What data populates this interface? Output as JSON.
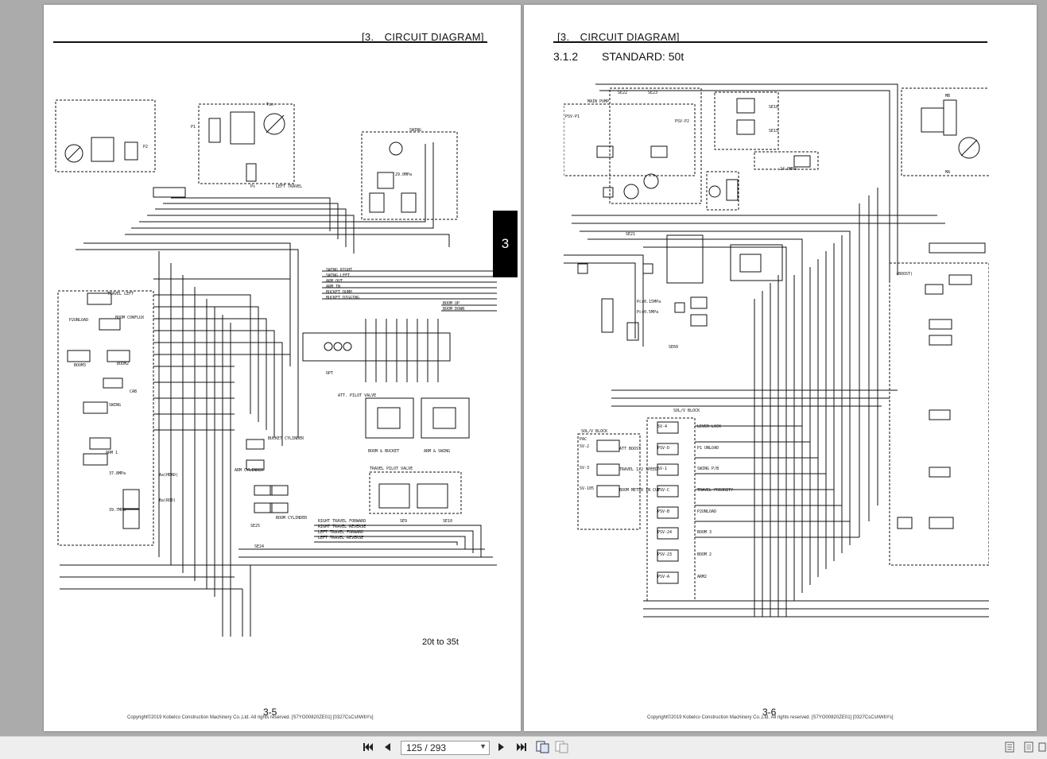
{
  "left_page": {
    "header": "[3.　CIRCUIT DIAGRAM]",
    "model_caption": "20t to 35t",
    "page_number": "3-5",
    "copyright": "Copyright©2019 Kobelco Construction Machinery Co.,Ltd. All rights reserved. [S7YO00820ZE01] [0327CsCshWbYs]",
    "diagram_labels": {
      "travel_left": "TRAVEL LEFT",
      "boom_conflux": "BOOM CONFLUX",
      "p2_unload": "P2UNLOAD",
      "boom3": "BOOM3",
      "boom2": "BOOM2",
      "cab": "CAB",
      "swing": "SWING",
      "arm1": "ARM 1",
      "mpa37": "37.8MPa",
      "mpa39": "39.7MPa",
      "aa_head": "Aa(HEAD)",
      "ba_rod": "Ba(ROD)",
      "swing_right": "SWING RIGHT",
      "swing_left": "SWING LEFT",
      "arm_out": "ARM OUT",
      "arm_in": "ARM IN",
      "bucket_dump": "BUCKET DUMP",
      "bucket_digging": "BUCKET DIGGING",
      "boom_up": "BOOM UP",
      "boom_down": "BOOM DOWN",
      "opt": "OPT",
      "att_pilot_valve": "ATT. PILOT VALVE",
      "boom_bucket": "BOOM & BUCKET",
      "arm_swing": "ARM & SWING",
      "travel_pilot_valve": "TRAVEL PILOT VALVE",
      "bucket_cylinder": "BUCKET CYLINDER",
      "arm_cylinder": "ARM CYLINDER",
      "boom_cylinder": "BOOM CYLINDER",
      "right_travel_forward": "RIGHT TRAVEL FORWARD",
      "right_travel_reverse": "RIGHT TRAVEL REVERSE",
      "left_travel_forward": "LEFT TRAVEL FORWARD",
      "left_travel_reverse": "LEFT TRAVEL REVERSE",
      "se25": "SE25",
      "se24": "SE24",
      "se9": "SE9",
      "se10": "SE10",
      "swing_top": "SWING",
      "mpa29": "29.0MPa",
      "left_travel": "LEFT TRAVEL",
      "tin": "Tin",
      "p1": "P1",
      "p2": "P2",
      "ps": "Ps"
    }
  },
  "right_page": {
    "header": "[3.　CIRCUIT DIAGRAM]",
    "section_number": "3.1.2",
    "section_title": "STANDARD: 50t",
    "page_number": "3-6",
    "copyright": "Copyright©2019 Kobelco Construction Machinery Co.,Ltd. All rights reserved. [S7YO00820ZE01] [0327CsCshWbYs]",
    "diagram_labels": {
      "main_pump": "MAIN PUMP",
      "se22": "SE22",
      "se23": "SE23",
      "se21": "SE21",
      "se16": "SE16",
      "se15": "SE15",
      "se60": "SE60",
      "psv_p1": "PSV-P1",
      "psv_p2": "PSV-P2",
      "mpa24": "24.0MPa",
      "pcr_a": "Pcr0.15MPa",
      "pcr_b": "Pcr0.5MPa",
      "sol_block_a": "SOL/V BLOCK",
      "sol_block_b": "SOL/V BLOCK",
      "pac": "PAC",
      "sv2": "SV-2",
      "sv3": "SV-3",
      "sv105": "SV-105",
      "att_boost": "ATT BOOST",
      "travel_speed": "TRAVEL 1/2 SPEED",
      "boom_meter_in": "BOOM METER IN CUT",
      "sv4": "SV-4",
      "psv_d": "PSV-D",
      "sv1": "SV-1",
      "psv_c": "PSV-C",
      "psv_b": "PSV-B",
      "psv_24": "PSV-24",
      "psv_23": "PSV-23",
      "psv_a": "PSV-A",
      "lever_lock": "LEVER LOCK",
      "p1_unload": "P1 UNLOAD",
      "swing_pb": "SWING P/B",
      "travel_priority": "TRAVEL PRIORITY",
      "p2unload": "P2UNLOAD",
      "boom3": "BOOM 3",
      "boom2": "BOOM 2",
      "arm2": "ARM2",
      "mb": "MB",
      "ma": "MA",
      "boost": "(BOOST)"
    }
  },
  "section_tab": "3",
  "toolbar": {
    "first_page_icon": "skip-to-first-icon",
    "prev_page_icon": "previous-page-icon",
    "page_display": "125 / 293",
    "next_page_icon": "next-page-icon",
    "last_page_icon": "skip-to-last-icon",
    "two_page_icon": "two-page-view-icon",
    "continuous_icon": "continuous-view-icon"
  }
}
